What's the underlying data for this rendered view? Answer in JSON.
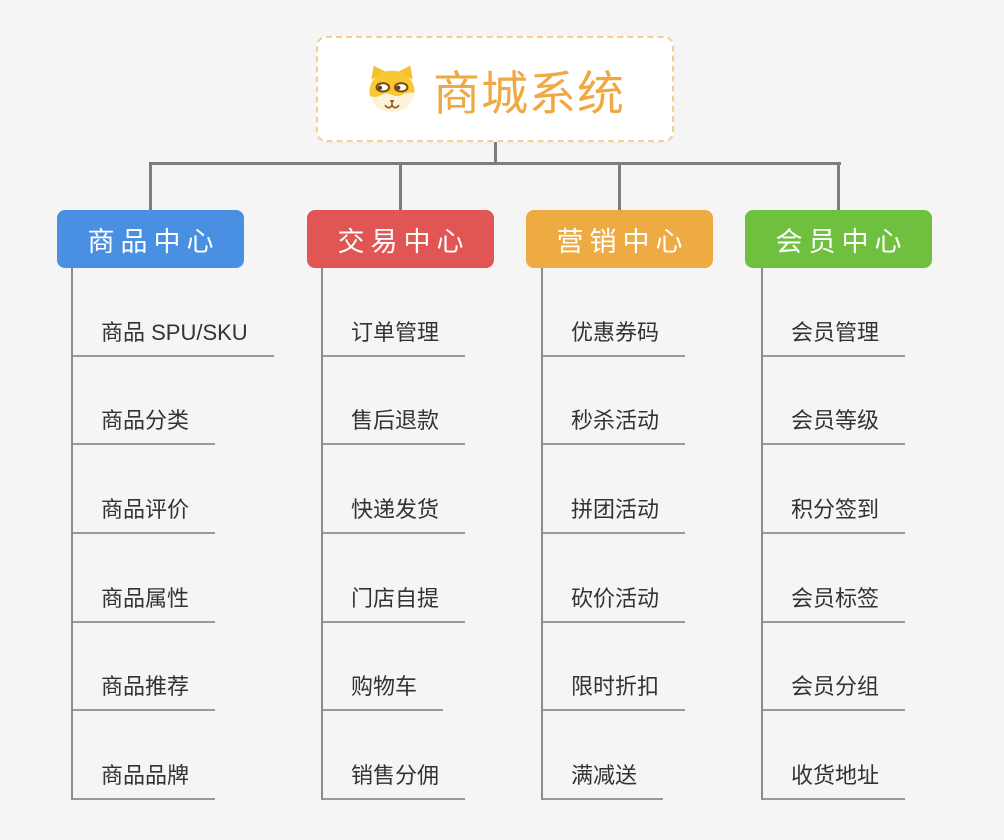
{
  "page": {
    "background": "#f5f5f6",
    "connector_color": "#7d7d7d"
  },
  "root": {
    "title": "商城系统",
    "icon": "dog-face-icon",
    "text_color": "#f0a843",
    "border_color": "#f6cf90",
    "background": "#ffffff"
  },
  "branches": [
    {
      "label": "商品中心",
      "color": "#4a90e2",
      "children": [
        "商品 SPU/SKU",
        "商品分类",
        "商品评价",
        "商品属性",
        "商品推荐",
        "商品品牌"
      ]
    },
    {
      "label": "交易中心",
      "color": "#e25555",
      "children": [
        "订单管理",
        "售后退款",
        "快递发货",
        "门店自提",
        "购物车",
        "销售分佣"
      ]
    },
    {
      "label": "营销中心",
      "color": "#efab43",
      "children": [
        "优惠券码",
        "秒杀活动",
        "拼团活动",
        "砍价活动",
        "限时折扣",
        "满减送"
      ]
    },
    {
      "label": "会员中心",
      "color": "#70c040",
      "children": [
        "会员管理",
        "会员等级",
        "积分签到",
        "会员标签",
        "会员分组",
        "收货地址"
      ]
    }
  ]
}
